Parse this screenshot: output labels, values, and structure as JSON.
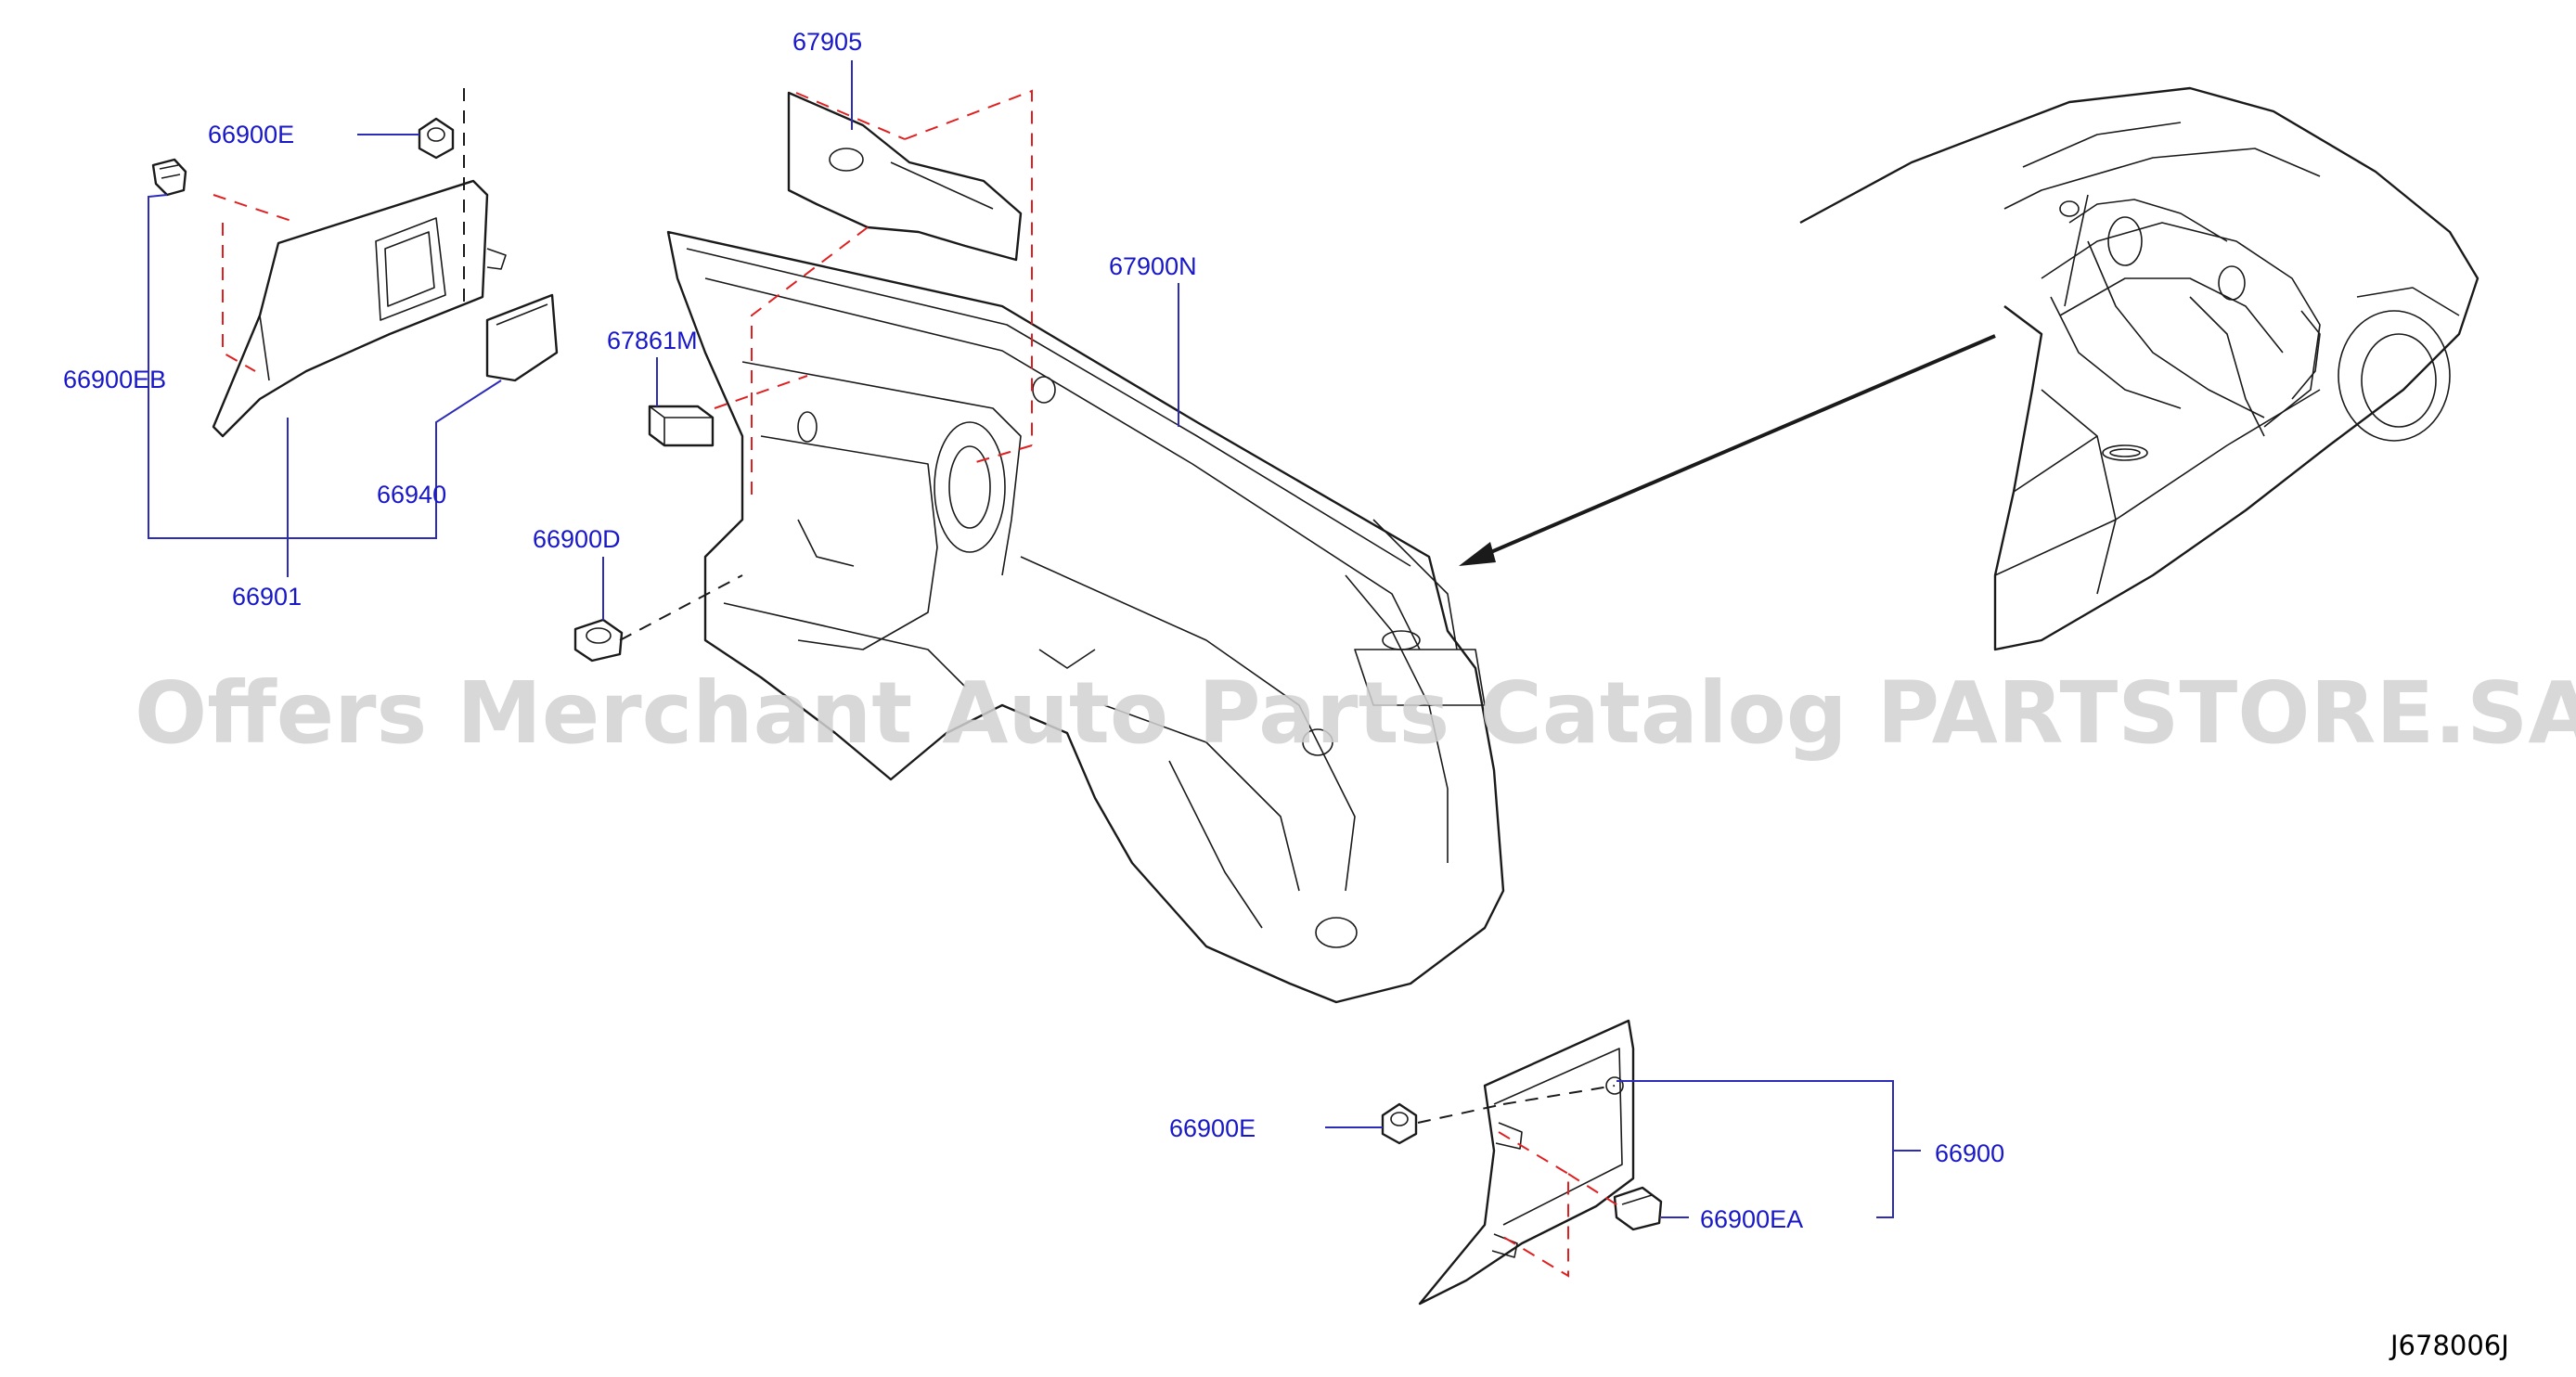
{
  "watermark": "Offers Merchant Auto Parts Catalog PARTSTORE.SA",
  "diagram_code": "J678006J",
  "labels": {
    "p67905": "67905",
    "p66900E_top": "66900E",
    "p67900N": "67900N",
    "p67861M": "67861M",
    "p66900EB": "66900EB",
    "p66940": "66940",
    "p66900D": "66900D",
    "p66901": "66901",
    "p66900E_bottom": "66900E",
    "p66900": "66900",
    "p66900EA": "66900EA"
  },
  "colors": {
    "label": "#1818c8",
    "leader": "#2c2cb8",
    "assembly_dash": "#e02020",
    "watermark": "#d2d2d2",
    "line": "#1a1a1a"
  }
}
